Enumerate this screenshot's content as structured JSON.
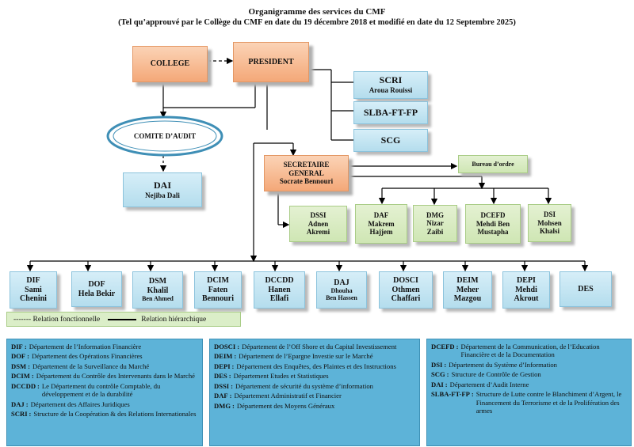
{
  "title": "Organigramme des services du CMF",
  "subtitle": "(Tel qu’approuvé par le Collège du CMF en date du 19 décembre 2018 et modifié en date du 12 Septembre 2025)",
  "college": "COLLEGE",
  "president": "PRESIDENT",
  "comite": "COMITE D’AUDIT",
  "dai": {
    "code": "DAI",
    "name": "Nejiba Dali"
  },
  "scri": {
    "code": "SCRI",
    "name": "Aroua Rouissi"
  },
  "slba": "SLBA-FT-FP",
  "scg": "SCG",
  "sg": {
    "l1": "SECRETAIRE",
    "l2": "GENERAL",
    "name": "Socrate Bennouri"
  },
  "bureau": "Bureau d’ordre",
  "dssi": {
    "code": "DSSI",
    "l1": "Adnen",
    "l2": "Akremi"
  },
  "sg_deps": [
    {
      "code": "DAF",
      "l1": "Makrem",
      "l2": "Hajjem"
    },
    {
      "code": "DMG",
      "l1": "Nizar",
      "l2": "Zaibi"
    },
    {
      "code": "DCEFD",
      "l1": "Mehdi Ben",
      "l2": "Mustapha"
    },
    {
      "code": "DSI",
      "l1": "Mohsen",
      "l2": "Khalsi"
    }
  ],
  "departments": [
    {
      "code": "DIF",
      "l1": "Sami",
      "l2": "Chenini"
    },
    {
      "code": "DOF",
      "l1": "Hela Bekir",
      "l2": ""
    },
    {
      "code": "DSM",
      "l1": "Khalil",
      "l2": "Ben Ahmed"
    },
    {
      "code": "DCIM",
      "l1": "Faten",
      "l2": "Bennouri"
    },
    {
      "code": "DCCDD",
      "l1": "Hanen",
      "l2": "Ellafi"
    },
    {
      "code": "DAJ",
      "l1": "Dhouha",
      "l2": "Ben Hassen"
    },
    {
      "code": "DOSCI",
      "l1": "Othmen",
      "l2": "Chaffari"
    },
    {
      "code": "DEIM",
      "l1": "Meher",
      "l2": "Mazgou"
    },
    {
      "code": "DEPI",
      "l1": "Mehdi",
      "l2": "Akrout"
    },
    {
      "code": "DES",
      "l1": "",
      "l2": ""
    }
  ],
  "legend": {
    "functional": "------- Relation fonctionnelle",
    "hierarchical": "Relation hiérarchique"
  },
  "glossary_left": [
    {
      "ab": "DIF",
      "text": "Département de l’Information Financière"
    },
    {
      "ab": "DOF",
      "text": "Département des Opérations Financières"
    },
    {
      "ab": "DSM",
      "text": "Département de la Surveillance du Marché"
    },
    {
      "ab": "DCIM",
      "text": "Département du Contrôle des Intervenants dans le Marché"
    },
    {
      "ab": "DCCDD",
      "text": "Le Département du contrôle Comptable, du développement et de la durabilité"
    },
    {
      "ab": "DAJ",
      "text": "Département des Affaires Juridiques"
    },
    {
      "ab": "SCRI",
      "text": "Structure de la Coopération & des Relations Internationales"
    }
  ],
  "glossary_mid": [
    {
      "ab": "DOSCI",
      "text": "Département de l’Off Shore et du Capital Investissement"
    },
    {
      "ab": "DEIM",
      "text": "Département de l’Epargne Investie sur le Marché"
    },
    {
      "ab": "DEPI",
      "text": "Département des Enquêtes, des Plaintes et des Instructions"
    },
    {
      "ab": "DES",
      "text": "Département Etudes et Statistiques"
    },
    {
      "ab": "DSSI",
      "text": "Département de sécurité du système d’information"
    },
    {
      "ab": "DAF",
      "text": "Département Administratif et Financier"
    },
    {
      "ab": "DMG",
      "text": "Département des Moyens Généraux"
    }
  ],
  "glossary_right": [
    {
      "ab": "DCEFD",
      "text": "Département de la Communication, de l’Education Financière et de la Documentation"
    },
    {
      "ab": "DSI",
      "text": "Département du Système d’Information"
    },
    {
      "ab": "SCG",
      "text": "Structure de Contrôle de Gestion"
    },
    {
      "ab": "DAI",
      "text": "Département d’Audit Interne"
    },
    {
      "ab": "SLBA-FT-FP",
      "text": "Structure de Lutte contre le Blanchiment d’Argent, le Financement du Terrorisme et de la Prolifération des armes"
    }
  ]
}
